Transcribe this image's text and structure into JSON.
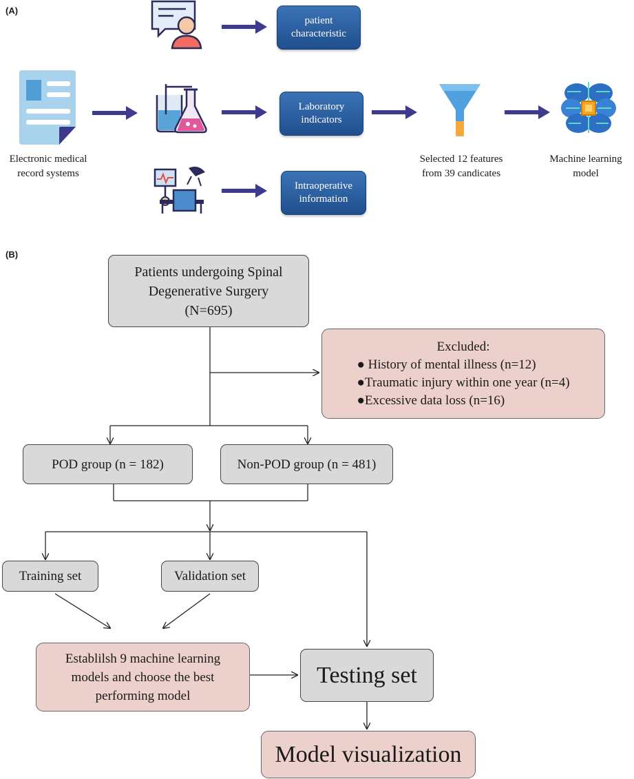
{
  "panel_a": {
    "label": "(A)",
    "source_caption": [
      "Electronic medical",
      "record systems"
    ],
    "boxes": {
      "patient": [
        "patient",
        "characteristic"
      ],
      "laboratory": [
        "Laboratory",
        "indicators"
      ],
      "intraop": [
        "Intraoperative",
        "information"
      ]
    },
    "filter_caption": [
      "Selected 12 features",
      "from 39 candicates"
    ],
    "model_caption": [
      "Machine learning",
      "model"
    ],
    "icons": [
      "document-icon",
      "patient-profile-icon",
      "lab-flask-icon",
      "operating-room-icon",
      "funnel-icon",
      "ai-brain-chip-icon"
    ],
    "colors": {
      "box": "#2a5fa3",
      "arrow": "#3d3a8f"
    }
  },
  "panel_b": {
    "label": "(B)",
    "patients": [
      "Patients undergoing Spinal",
      "Degenerative Surgery",
      "(N=695)"
    ],
    "excluded_title": "Excluded:",
    "excluded_items": [
      "● History of mental illness (n=12)",
      "●Traumatic injury within one year (n=4)",
      "●Excessive data loss (n=16)"
    ],
    "pod_group": "POD group (n = 182)",
    "non_pod_group": "Non-POD group (n = 481)",
    "training_set": "Training set",
    "validation_set": "Validation set",
    "establish": [
      "Establilsh 9 machine learning",
      "models and choose the best",
      "performing model"
    ],
    "testing_set": "Testing set",
    "model_visualization": "Model visualization",
    "colors": {
      "grey_box": "#d9d9d9",
      "pink_box": "#ecd0cb"
    }
  }
}
